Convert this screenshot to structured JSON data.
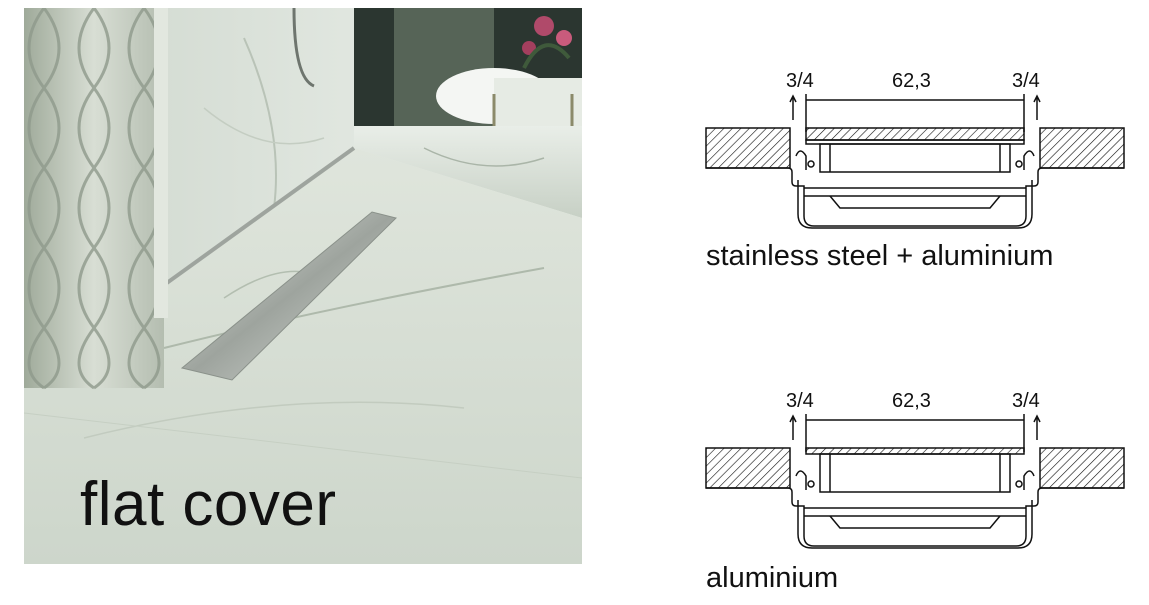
{
  "photo": {
    "caption": "flat cover"
  },
  "sections": [
    {
      "caption": "stainless steel + aluminium",
      "dims": {
        "left": "3/4",
        "middle": "62,3",
        "right": "3/4"
      }
    },
    {
      "caption": "aluminium",
      "dims": {
        "left": "3/4",
        "middle": "62,3",
        "right": "3/4"
      }
    }
  ],
  "colors": {
    "line": "#111111",
    "marble": "#dfe6dc",
    "marble_dark": "#b7c3b6",
    "steel": "#c9cdc9"
  }
}
